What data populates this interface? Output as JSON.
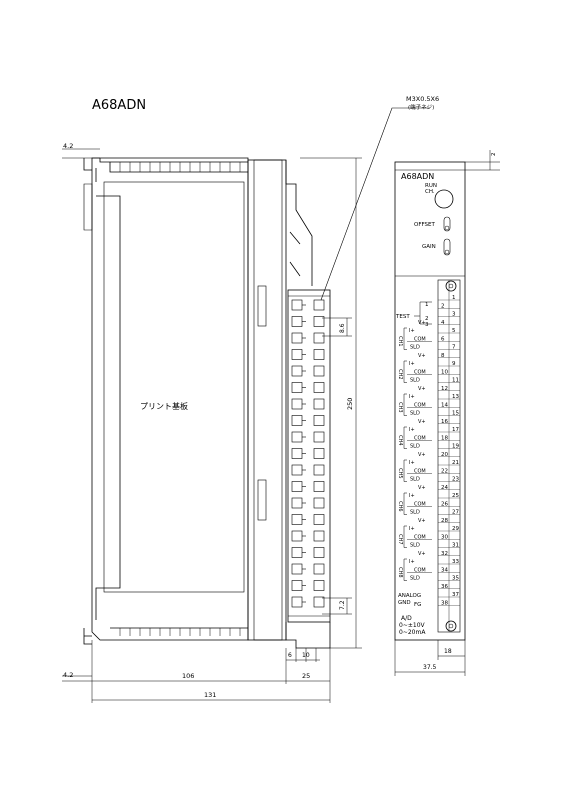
{
  "drawing": {
    "model_title": "A68ADN",
    "board_label": "プリント基板",
    "screw_callout": "M3X0.5X6",
    "screw_note": "(端子ネジ)"
  },
  "dimensions": {
    "top_offset": "4.2",
    "bottom_offset": "4.2",
    "terminal_pitch": "8.6",
    "height": "250",
    "bottom_pitch": "7.2",
    "d6": "6",
    "d10": "10",
    "d106": "106",
    "d25": "25",
    "d131": "131",
    "d18": "18",
    "d37_5": "37.5",
    "d2": "2"
  },
  "front_panel": {
    "title": "A68ADN",
    "run": "RUN",
    "ch": "CH.",
    "offset": "OFFSET",
    "gain": "GAIN",
    "test": "TEST",
    "test_1": "1",
    "test_2": "2",
    "test_3": "3",
    "channels": [
      "CH1",
      "CH2",
      "CH3",
      "CH4",
      "CH5",
      "CH6",
      "CH7",
      "CH8"
    ],
    "sig_vplus": "V+",
    "sig_iplus": "I+",
    "sig_com": "COM",
    "sig_sld": "SLD",
    "analog_gnd_1": "ANALOG",
    "analog_gnd_2": "GND",
    "fg": "FG",
    "ad_label": "A/D",
    "range_v": "0~±10V",
    "range_i": "0~20mA",
    "terminals": [
      "1",
      "2",
      "3",
      "4",
      "5",
      "6",
      "7",
      "8",
      "9",
      "10",
      "11",
      "12",
      "13",
      "14",
      "15",
      "16",
      "17",
      "18",
      "19",
      "20",
      "21",
      "22",
      "23",
      "24",
      "25",
      "26",
      "27",
      "28",
      "29",
      "30",
      "31",
      "32",
      "33",
      "34",
      "35",
      "36",
      "37",
      "38"
    ]
  }
}
